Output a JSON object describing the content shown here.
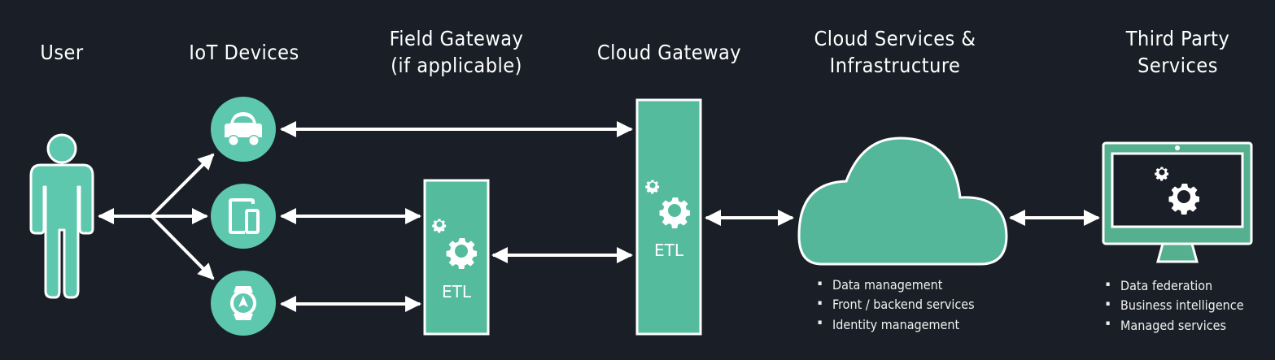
{
  "columns": {
    "user": "User",
    "iot_devices": "IoT Devices",
    "field_gateway": "Field Gateway\n(if applicable)",
    "cloud_gateway": "Cloud Gateway",
    "cloud_services": "Cloud Services &\nInfrastructure",
    "third_party": "Third Party\nServices"
  },
  "devices": [
    "car-icon",
    "tablet-phone-icon",
    "smartwatch-icon"
  ],
  "field_gateway_box": {
    "label": "ETL"
  },
  "cloud_gateway_box": {
    "label": "ETL"
  },
  "cloud_services_list": [
    "Data management",
    "Front / backend services",
    "Identity management"
  ],
  "third_party_list": [
    "Data federation",
    "Business intelligence",
    "Managed services"
  ],
  "colors": {
    "background": "#1a1f27",
    "accent": "#55bb9d",
    "device_circle": "#5ec8ae",
    "stroke": "#ffffff"
  }
}
